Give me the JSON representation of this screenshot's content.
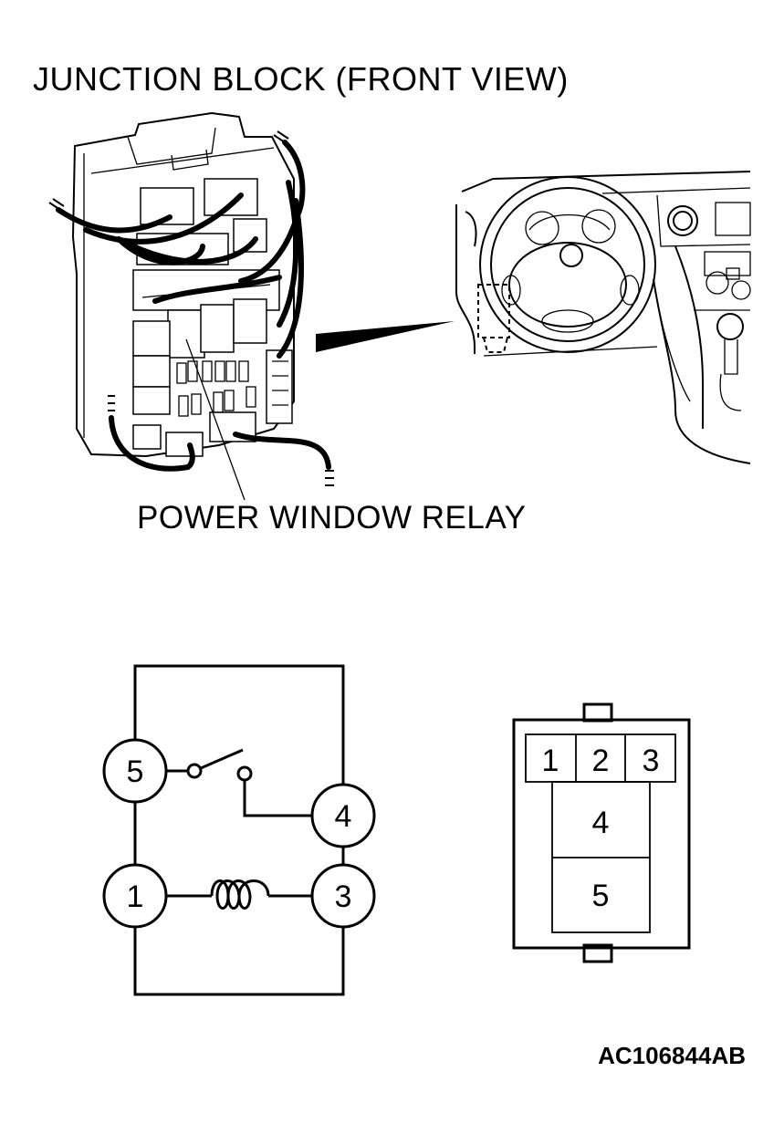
{
  "title": "JUNCTION BLOCK (FRONT VIEW)",
  "callout_label": "POWER WINDOW RELAY",
  "figure_id": "AC106844AB",
  "schematic": {
    "pin_5": "5",
    "pin_4": "4",
    "pin_1": "1",
    "pin_3": "3"
  },
  "connector": {
    "pin_1": "1",
    "pin_2": "2",
    "pin_3": "3",
    "pin_4": "4",
    "pin_5": "5"
  }
}
